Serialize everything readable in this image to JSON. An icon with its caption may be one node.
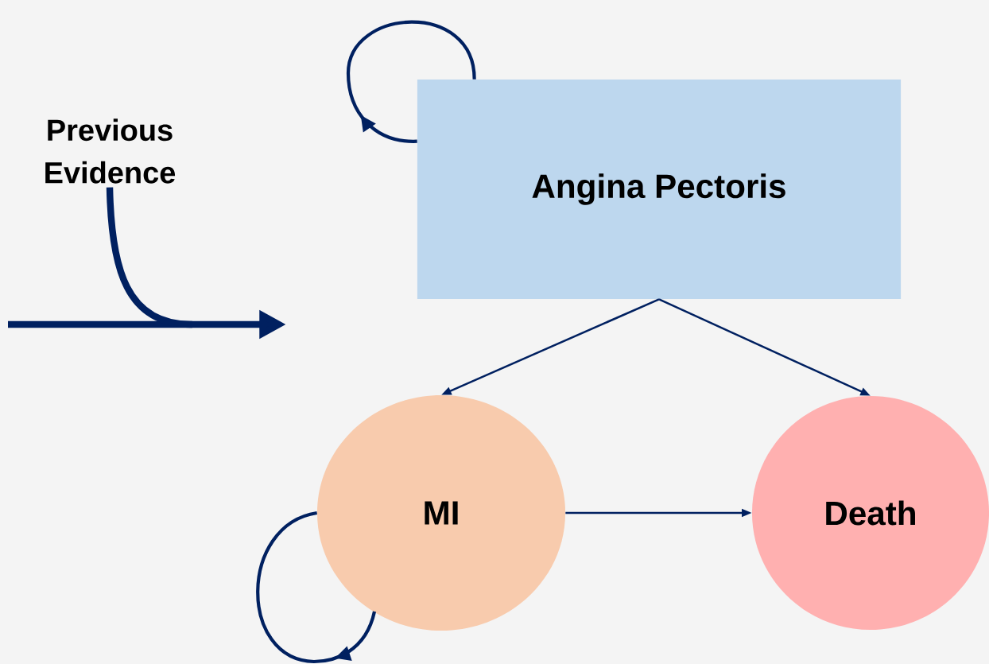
{
  "diagram": {
    "nodes": [
      {
        "text": [
          "Previous Evidence"
        ]
      },
      {
        "text": [
          "Angina Pectoris"
        ]
      },
      {
        "text": [
          "MI"
        ]
      },
      {
        "text": [
          "Death"
        ]
      }
    ],
    "edges": [
      {
        "from": 0,
        "to": null,
        "arrow": "to",
        "style": "thick"
      },
      {
        "from": 1,
        "to": 1,
        "arrow": "to"
      },
      {
        "from": 1,
        "to": 2,
        "arrow": "to"
      },
      {
        "from": 1,
        "to": 3,
        "arrow": "to"
      },
      {
        "from": 2,
        "to": 3,
        "arrow": "to"
      },
      {
        "from": 2,
        "to": 2,
        "arrow": "to"
      }
    ]
  }
}
